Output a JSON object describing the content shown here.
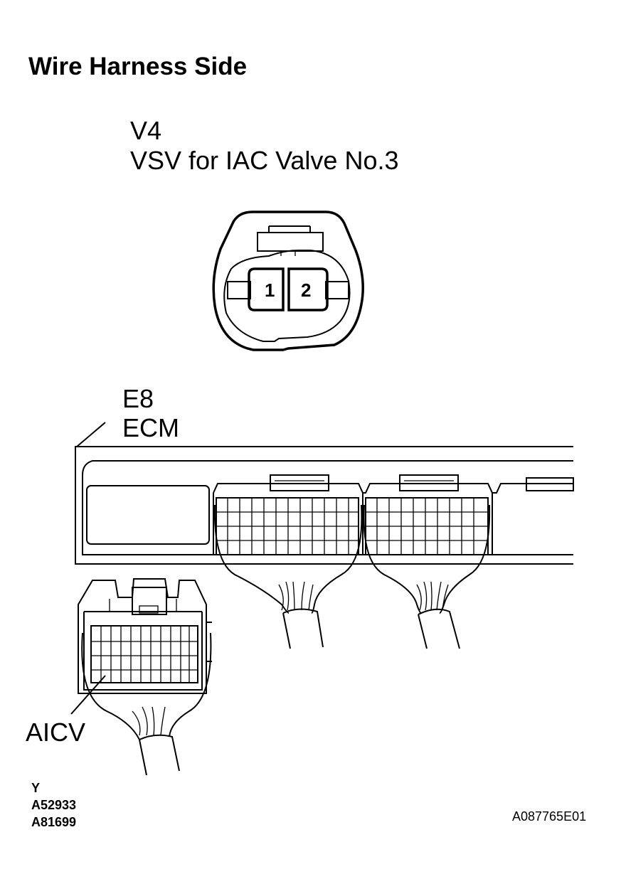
{
  "heading": "Wire Harness Side",
  "vsv_connector": {
    "code": "V4",
    "name": "VSV for IAC Valve No.3",
    "pins": [
      "1",
      "2"
    ]
  },
  "ecm_connector": {
    "code": "E8",
    "name": "ECM",
    "terminal_label": "AICV"
  },
  "footer_codes": [
    "Y",
    "A52933",
    "A81699"
  ],
  "figure_id": "A087765E01"
}
